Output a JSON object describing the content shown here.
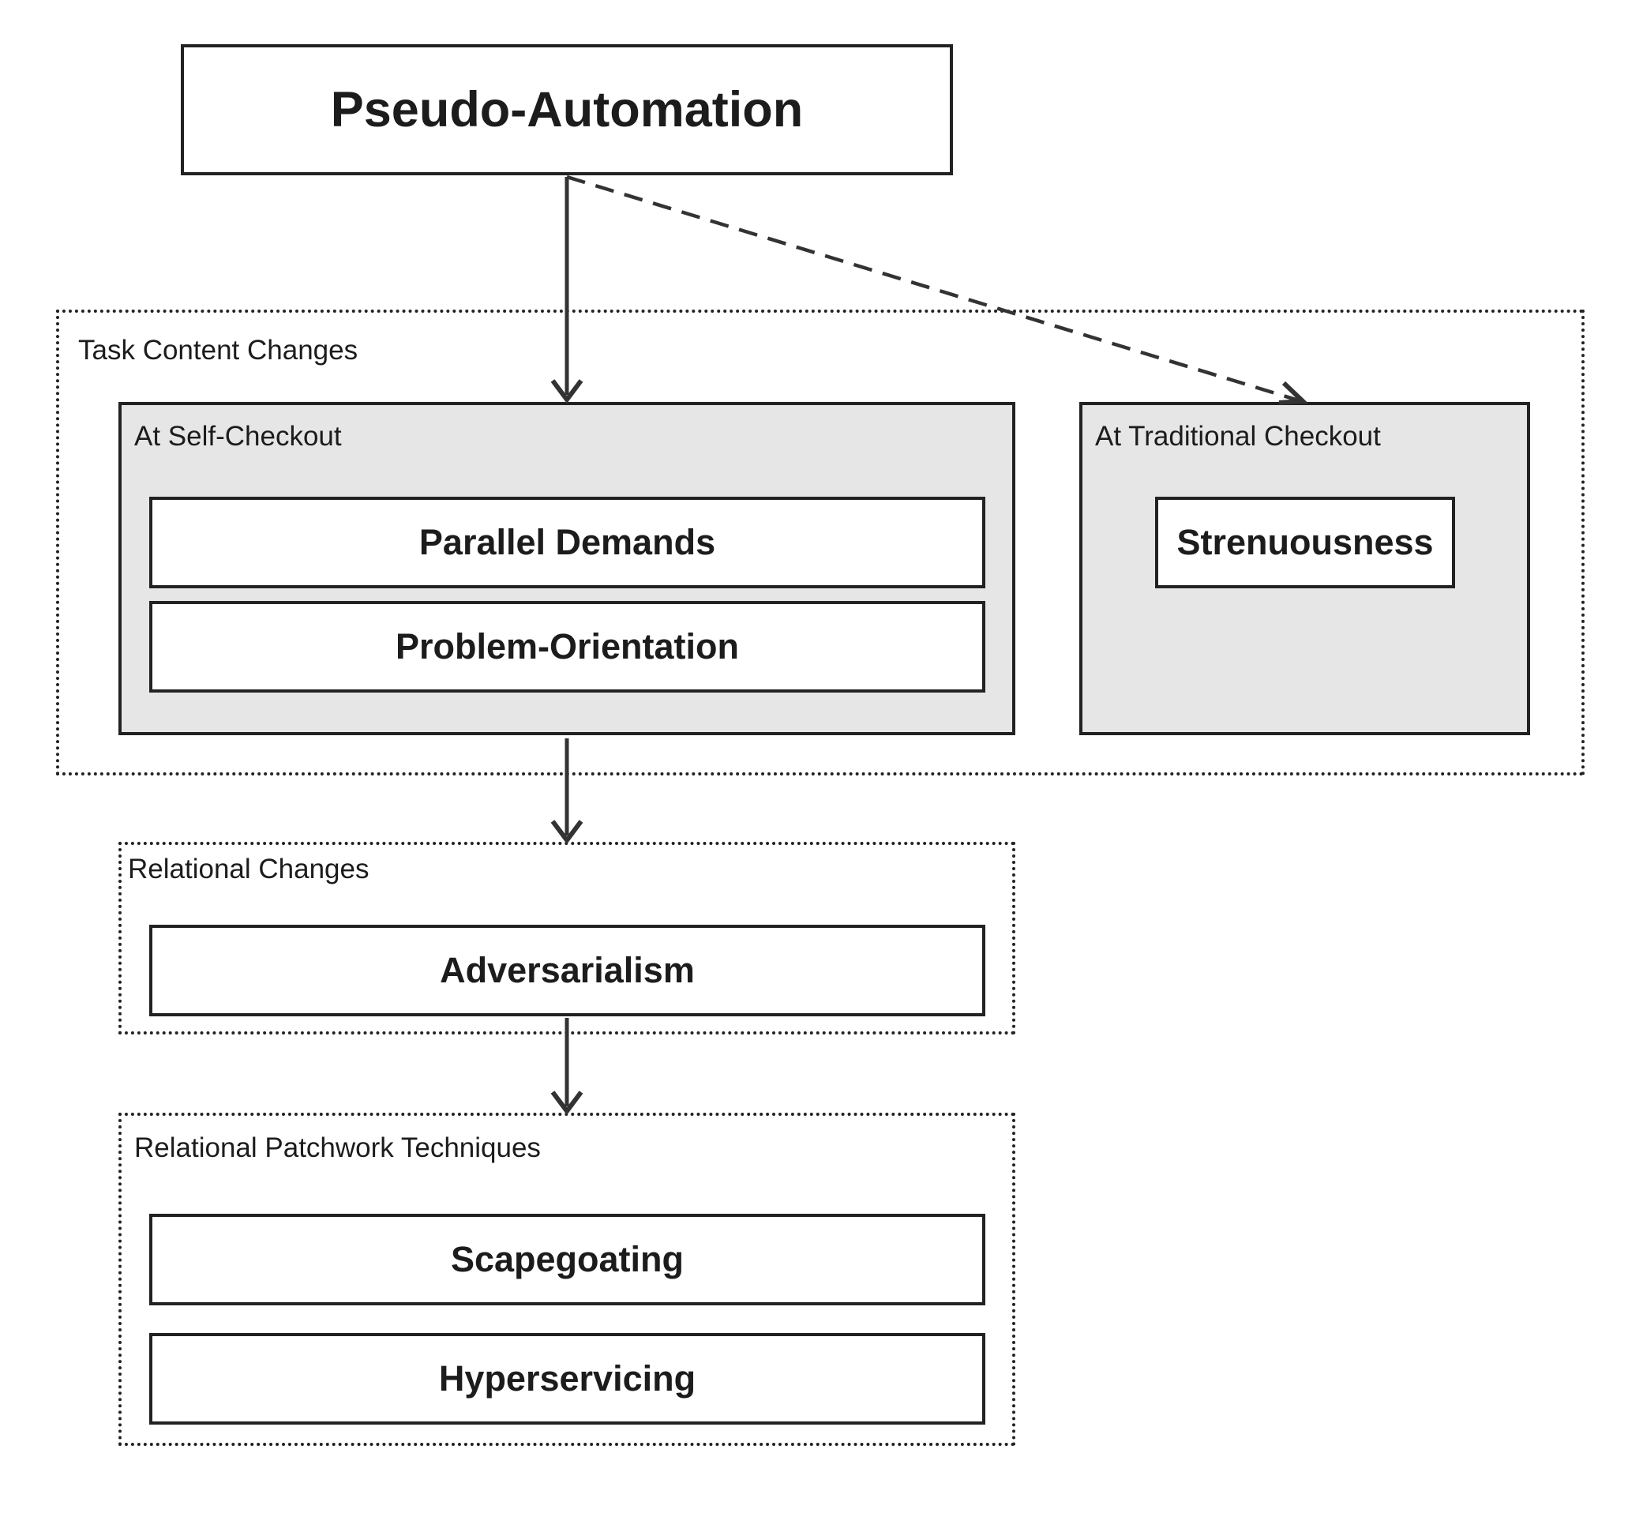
{
  "nodes": {
    "pseudo_automation": "Pseudo-Automation",
    "parallel_demands": "Parallel Demands",
    "problem_orientation": "Problem-Orientation",
    "strenuousness": "Strenuousness",
    "adversarialism": "Adversarialism",
    "scapegoating": "Scapegoating",
    "hyperservicing": "Hyperservicing"
  },
  "groups": {
    "task_content_changes": "Task Content Changes",
    "at_self_checkout": "At Self-Checkout",
    "at_traditional_checkout": "At Traditional Checkout",
    "relational_changes": "Relational Changes",
    "relational_patchwork_techniques": "Relational Patchwork Techniques"
  },
  "edges": [
    {
      "from": "Pseudo-Automation",
      "to": "At Self-Checkout",
      "style": "solid"
    },
    {
      "from": "Pseudo-Automation",
      "to": "At Traditional Checkout",
      "style": "dashed"
    },
    {
      "from": "At Self-Checkout",
      "to": "Relational Changes",
      "style": "solid"
    },
    {
      "from": "Adversarialism",
      "to": "Relational Patchwork Techniques",
      "style": "solid"
    }
  ],
  "colors": {
    "stroke": "#222222",
    "subgroup_fill": "#e6e6e6",
    "node_fill": "#ffffff",
    "text": "#1c1c1c"
  }
}
